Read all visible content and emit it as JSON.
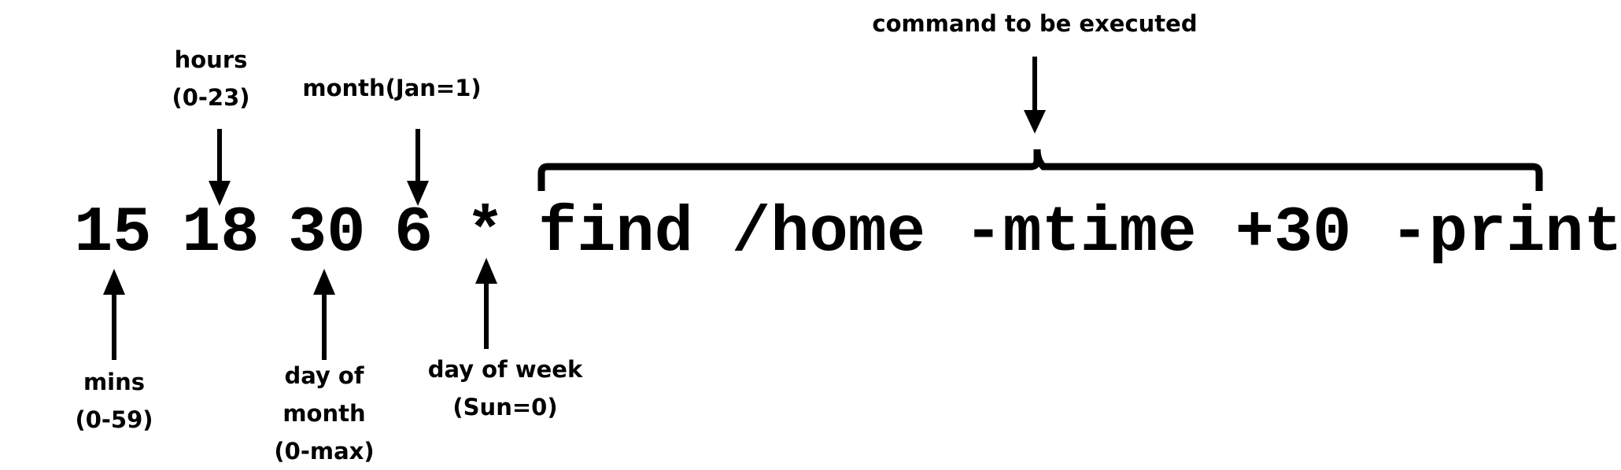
{
  "cron_line": {
    "minute": "15",
    "hour": "18",
    "day_of_month": "30",
    "month": "6",
    "day_of_week": "*",
    "command": "find /home -mtime +30 -print"
  },
  "labels": {
    "command": [
      "command to be executed"
    ],
    "hours": [
      "hours",
      "(0-23)"
    ],
    "month": [
      "month(Jan=1)"
    ],
    "mins": [
      "mins",
      "(0-59)"
    ],
    "day_of_month": [
      "day of",
      "month",
      "(0-max)"
    ],
    "day_of_week": [
      "day of week",
      "(Sun=0)"
    ]
  }
}
